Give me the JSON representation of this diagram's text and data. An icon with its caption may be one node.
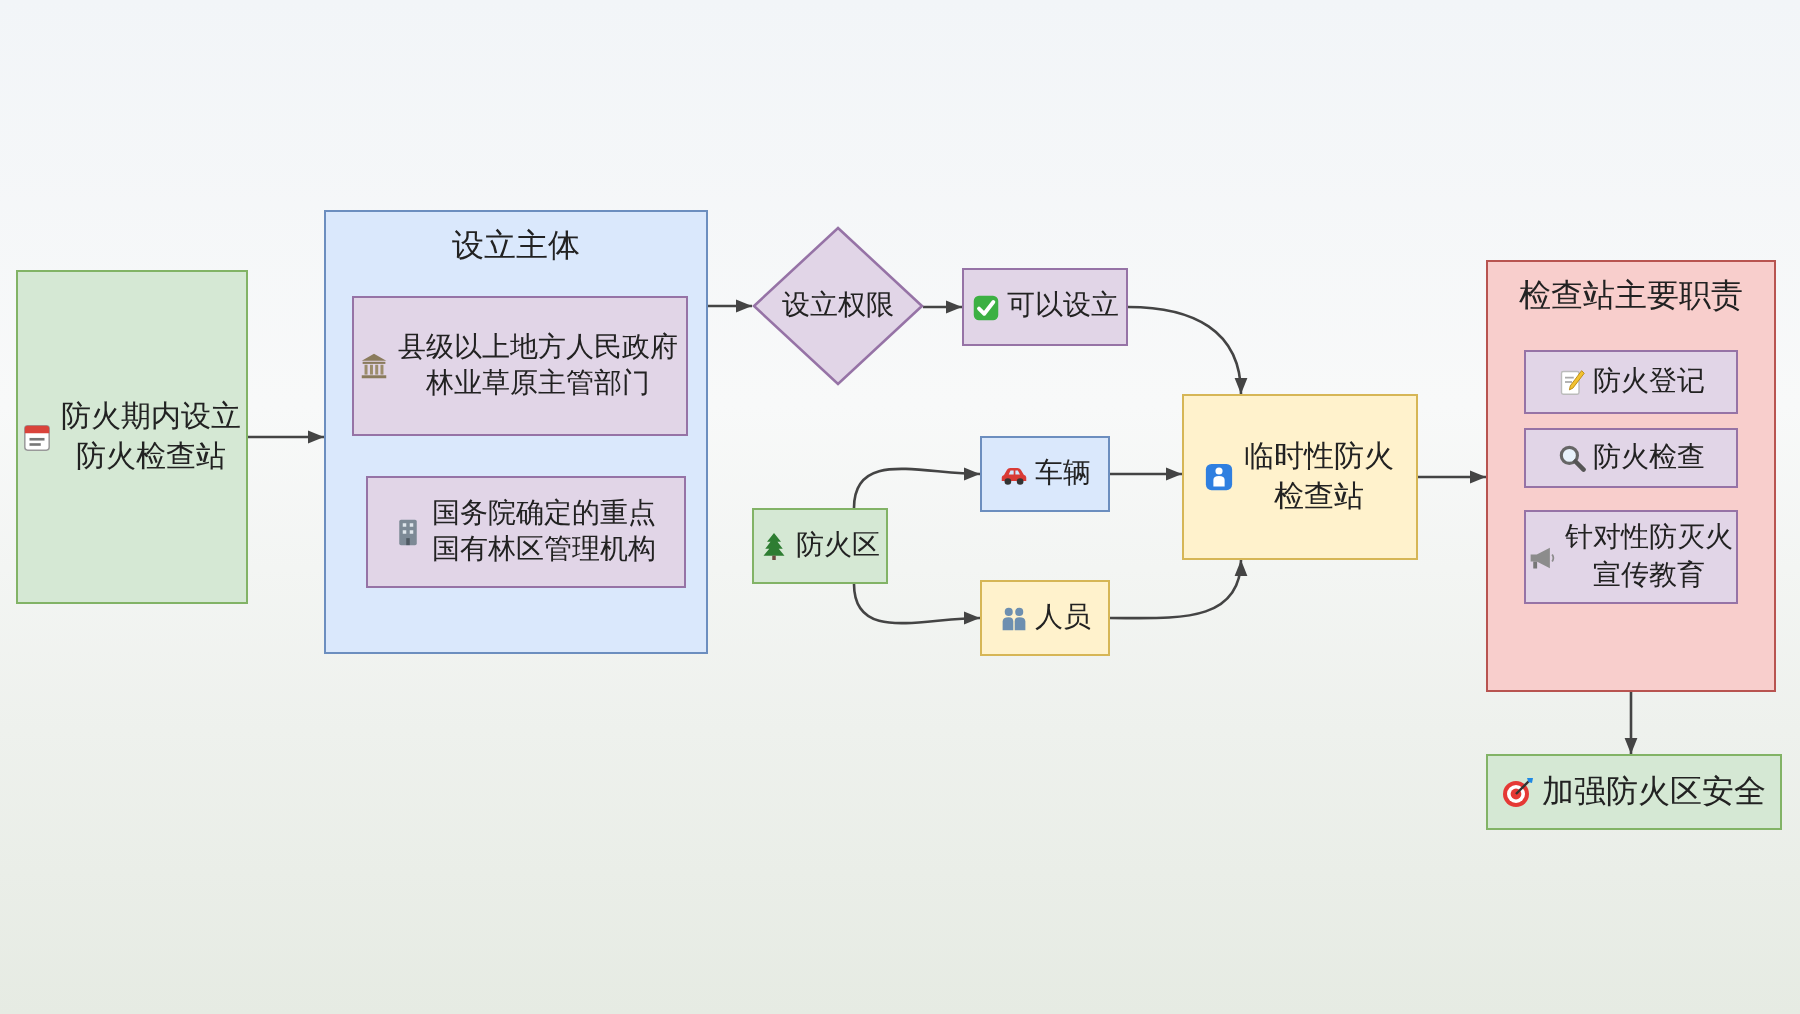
{
  "diagram": {
    "nodes": [
      {
        "text": [
          "防火期内设立防火检查站"
        ]
      },
      {
        "text": [
          "设立主体"
        ]
      },
      {
        "text": [
          "县级以上地方人民政府林业草原主管部门"
        ],
        "in": 1
      },
      {
        "text": [
          "国务院确定的重点国有林区管理机构"
        ],
        "in": 1
      },
      {
        "text": [
          "设立权限"
        ]
      },
      {
        "text": [
          "可以设立"
        ]
      },
      {
        "text": [
          "防火区"
        ]
      },
      {
        "text": [
          "车辆"
        ]
      },
      {
        "text": [
          "人员"
        ]
      },
      {
        "text": [
          "临时性防火检查站"
        ]
      },
      {
        "text": [
          "检查站主要职责"
        ]
      },
      {
        "text": [
          "防火登记"
        ],
        "in": 10
      },
      {
        "text": [
          "防火检查"
        ],
        "in": 10
      },
      {
        "text": [
          "针对性防灭火宣传教育"
        ],
        "in": 10
      },
      {
        "text": [
          "加强防火区安全"
        ]
      }
    ],
    "edges": [
      {
        "from": 0,
        "to": 1,
        "arrow": "to"
      },
      {
        "from": 1,
        "to": 4,
        "arrow": "to"
      },
      {
        "from": 4,
        "to": 5,
        "arrow": "to"
      },
      {
        "from": 5,
        "to": 9,
        "arrow": "to"
      },
      {
        "from": 6,
        "to": 7,
        "arrow": "to"
      },
      {
        "from": 6,
        "to": 8,
        "arrow": "to"
      },
      {
        "from": 7,
        "to": 9,
        "arrow": "to"
      },
      {
        "from": 8,
        "to": 9,
        "arrow": "to"
      },
      {
        "from": 9,
        "to": 10,
        "arrow": "to"
      },
      {
        "from": 10,
        "to": 14,
        "arrow": "to"
      }
    ]
  }
}
